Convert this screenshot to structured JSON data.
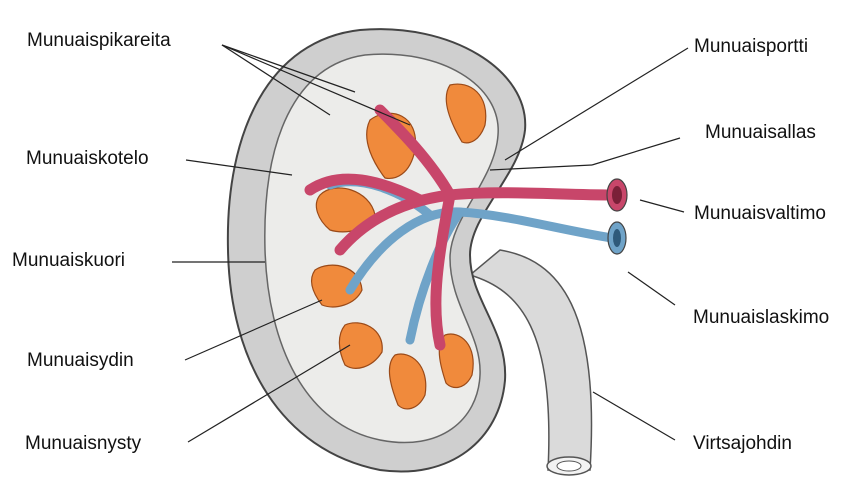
{
  "labels": {
    "munuaispikareita": "Munuaispikareita",
    "munuaiskotelo": "Munuaiskotelo",
    "munuaiskuori": "Munuaiskuori",
    "munuaisydin": "Munuaisydin",
    "munuaisnysty": "Munuaisnysty",
    "munuaisportti": "Munuaisportti",
    "munuaisallas": "Munuaisallas",
    "munuaisvaltimo": "Munuaisvaltimo",
    "munuaislaskimo": "Munuaislaskimo",
    "virtsajohdin": "Virtsajohdin"
  },
  "colors": {
    "cortex": "#cfcfcf",
    "medulla": "#e8e8e6",
    "pyramid": "#f08a3c",
    "artery": "#c8466a",
    "vein": "#6fa3c8",
    "ureter": "#d8d8d8",
    "leader": "#222222"
  }
}
